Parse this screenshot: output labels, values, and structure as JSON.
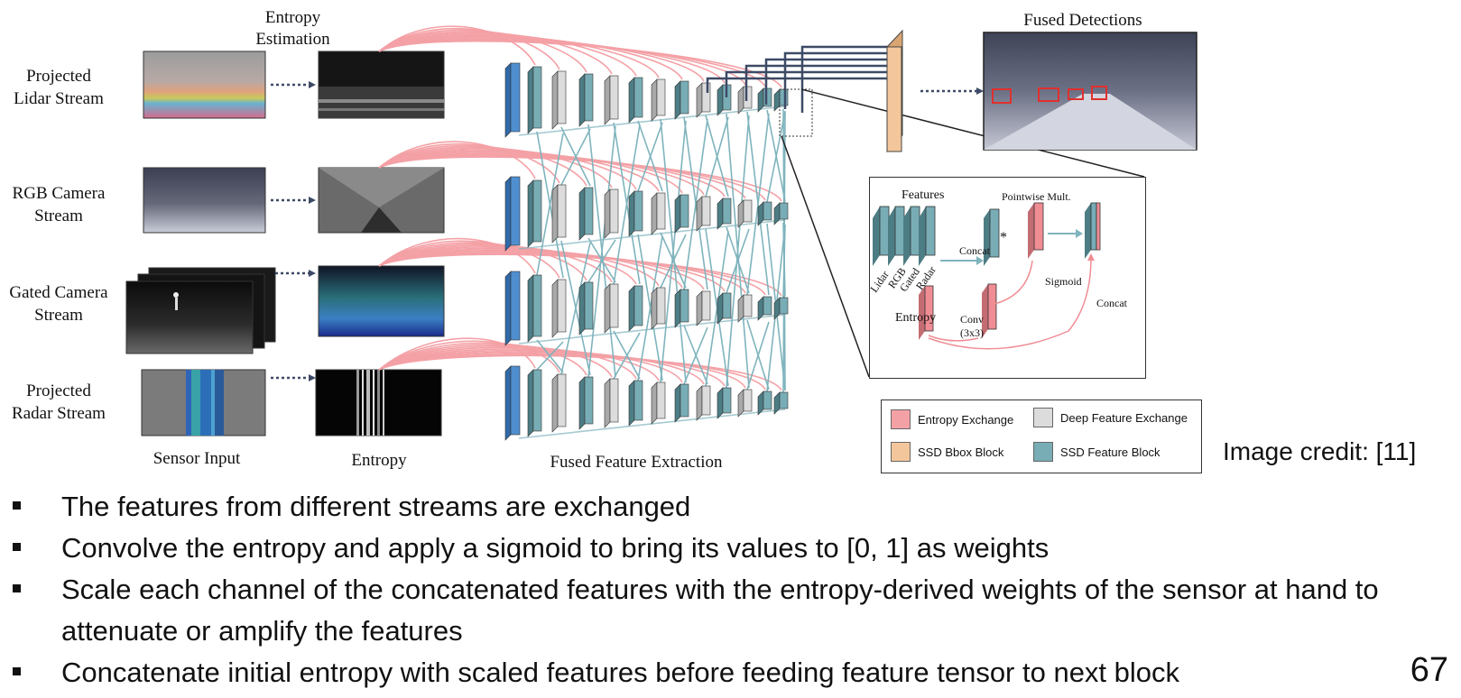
{
  "captions": {
    "entropy_estimation": "Entropy\nEstimation",
    "fused_detections": "Fused Detections",
    "sensor_input": "Sensor Input",
    "entropy": "Entropy",
    "fused_feature_extraction": "Fused Feature Extraction"
  },
  "rows": [
    {
      "label": "Projected\nLidar Stream"
    },
    {
      "label": "RGB Camera\nStream"
    },
    {
      "label": "Gated Camera\nStream"
    },
    {
      "label": "Projected\nRadar Stream"
    }
  ],
  "inset": {
    "features": "Features",
    "pointwise": "Pointwise Mult.",
    "concat1": "Concat",
    "concat2": "Concat",
    "sigmoid": "Sigmoid",
    "entropy": "Entropy",
    "conv": "Conv\n(3x3)",
    "star": "*",
    "sensors": [
      "Lidar",
      "RGB",
      "Gated",
      "Radar"
    ]
  },
  "legend": {
    "items": [
      {
        "label": "Entropy Exchange",
        "color": "#f4a1a6"
      },
      {
        "label": "Deep Feature Exchange",
        "color": "#dcdcdc"
      },
      {
        "label": "SSD Bbox Block",
        "color": "#f3c79b"
      },
      {
        "label": "SSD Feature Block",
        "color": "#79adb6"
      }
    ]
  },
  "credit": "Image credit: [11]",
  "bullets": [
    "The features from different streams are exchanged",
    "Convolve the entropy and apply a sigmoid to bring its values to [0, 1] as weights",
    "Scale each channel of the concatenated features with the entropy-derived weights of the sensor at hand to attenuate or amplify the features",
    "Concatenate initial entropy with scaled features before feeding feature tensor to next block"
  ],
  "page_number": "67",
  "colors": {
    "entropy_pink": "#f08d94",
    "feature_teal": "#5f8f96",
    "feature_blue": "#4f8fd0",
    "bbox_tan": "#e9b98a",
    "exchange_gray": "#cfcfcf",
    "lines_teal": "#7fb4bd",
    "lines_navy": "#3d4a66"
  }
}
